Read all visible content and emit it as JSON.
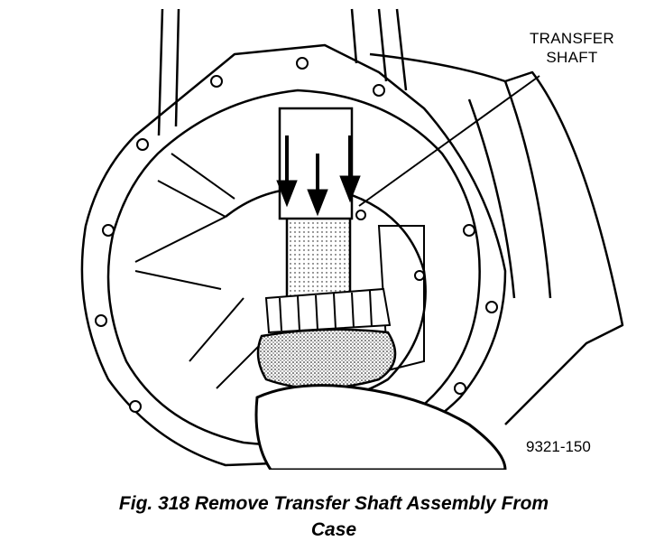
{
  "callout": {
    "line1": "TRANSFER",
    "line2": "SHAFT"
  },
  "figure_number": "9321-150",
  "caption": {
    "line1": "Fig. 318 Remove Transfer Shaft Assembly From",
    "line2": "Case"
  },
  "colors": {
    "ink": "#000000",
    "paper": "#ffffff",
    "shade": "#cfcfcf"
  }
}
